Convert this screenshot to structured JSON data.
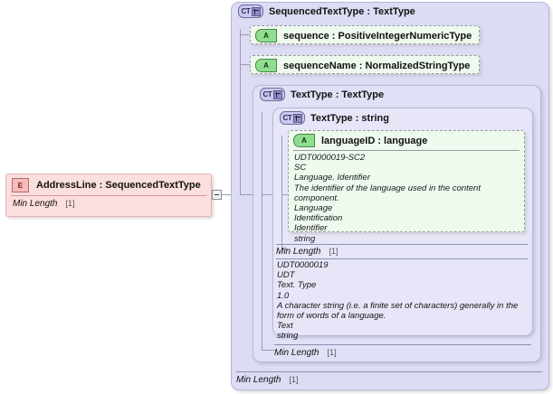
{
  "diagram": {
    "title": "XSD schema diagram",
    "colors": {
      "complex_type_fill": "#dcdcf5",
      "attribute_fill": "#eefaee",
      "element_fill": "#fbdede",
      "connector": "#9a9ab4"
    }
  },
  "element_node": {
    "icon": "E",
    "icon_name": "element-icon",
    "title": "AddressLine : SequencedTextType",
    "facet": {
      "label": "Min Length",
      "cardinality": "[1]"
    }
  },
  "outer_type": {
    "icon": "CT",
    "icon_name": "complex-type-icon",
    "title": "SequencedTextType : TextType",
    "facet": {
      "label": "Min Length",
      "cardinality": "[1]"
    }
  },
  "attributes": [
    {
      "icon": "A",
      "icon_name": "attribute-icon",
      "title": "sequence : PositiveIntegerNumericType"
    },
    {
      "icon": "A",
      "icon_name": "attribute-icon",
      "title": "sequenceName : NormalizedStringType"
    }
  ],
  "middle_type": {
    "icon": "CT",
    "icon_name": "complex-type-icon",
    "title": "TextType : TextType",
    "facet": {
      "label": "Min Length",
      "cardinality": "[1]"
    }
  },
  "inner_type": {
    "icon": "CT",
    "icon_name": "complex-type-icon",
    "title": "TextType : string",
    "facet": {
      "label": "Min Length",
      "cardinality": "[1]"
    },
    "annotation": {
      "line1": "UDT0000019",
      "line2": "UDT",
      "line3": "Text. Type",
      "line4": "1.0",
      "line5": "A character string (i.e. a finite set of characters) generally in the form of words of a language.",
      "line6": "Text",
      "line7": "string"
    }
  },
  "language_attribute": {
    "icon": "A",
    "icon_name": "attribute-icon",
    "title": "languageID : language",
    "annotation": {
      "line1": "UDT0000019-SC2",
      "line2": "SC",
      "line3": "Language. Identifier",
      "line4": "The identifier of the language used in the content component.",
      "line5": "Language",
      "line6": "Identification",
      "line7": "Identifier",
      "line8": "string"
    }
  }
}
